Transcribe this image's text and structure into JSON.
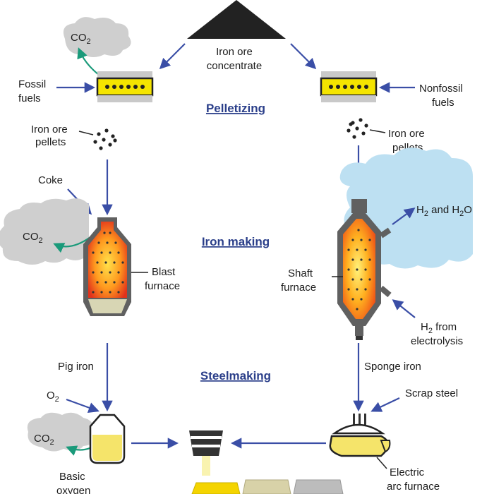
{
  "stages": {
    "pelletizing": "Pelletizing",
    "iron_making": "Iron making",
    "steelmaking": "Steelmaking"
  },
  "top": {
    "ore_line1": "Iron ore",
    "ore_line2": "concentrate"
  },
  "left": {
    "co2_top": "CO",
    "fossil_line1": "Fossil",
    "fossil_line2": "fuels",
    "pellets_line1": "Iron ore",
    "pellets_line2": "pellets",
    "coke": "Coke",
    "co2_mid": "CO",
    "blast_line1": "Blast",
    "blast_line2": "furnace",
    "pig_iron": "Pig iron",
    "o2": "O",
    "co2_bottom": "CO",
    "bof_line1": "Basic",
    "bof_line2": "oxygen"
  },
  "right": {
    "nonfossil_line1": "Nonfossil",
    "nonfossil_line2": "fuels",
    "pellets_line1": "Iron ore",
    "pellets_line2": "pellets",
    "h2_and_h2o": "H and H O",
    "shaft_line1": "Shaft",
    "shaft_line2": "furnace",
    "h2_line1": "H from",
    "h2_line2": "electrolysis",
    "sponge_iron": "Sponge iron",
    "scrap_steel": "Scrap steel",
    "eaf_line1": "Electric",
    "eaf_line2": "arc furnace"
  },
  "subscripts": {
    "two": "2"
  },
  "colors": {
    "arrow": "#3a4ea6",
    "co2_arrow": "#1a9a7a",
    "smoke": "#cfcfcf",
    "hydrogen_cloud": "#bde0f2",
    "furnace_shell": "#606060",
    "pellet_band": "#f4e400",
    "steel_yellow": "#f5e46a"
  }
}
